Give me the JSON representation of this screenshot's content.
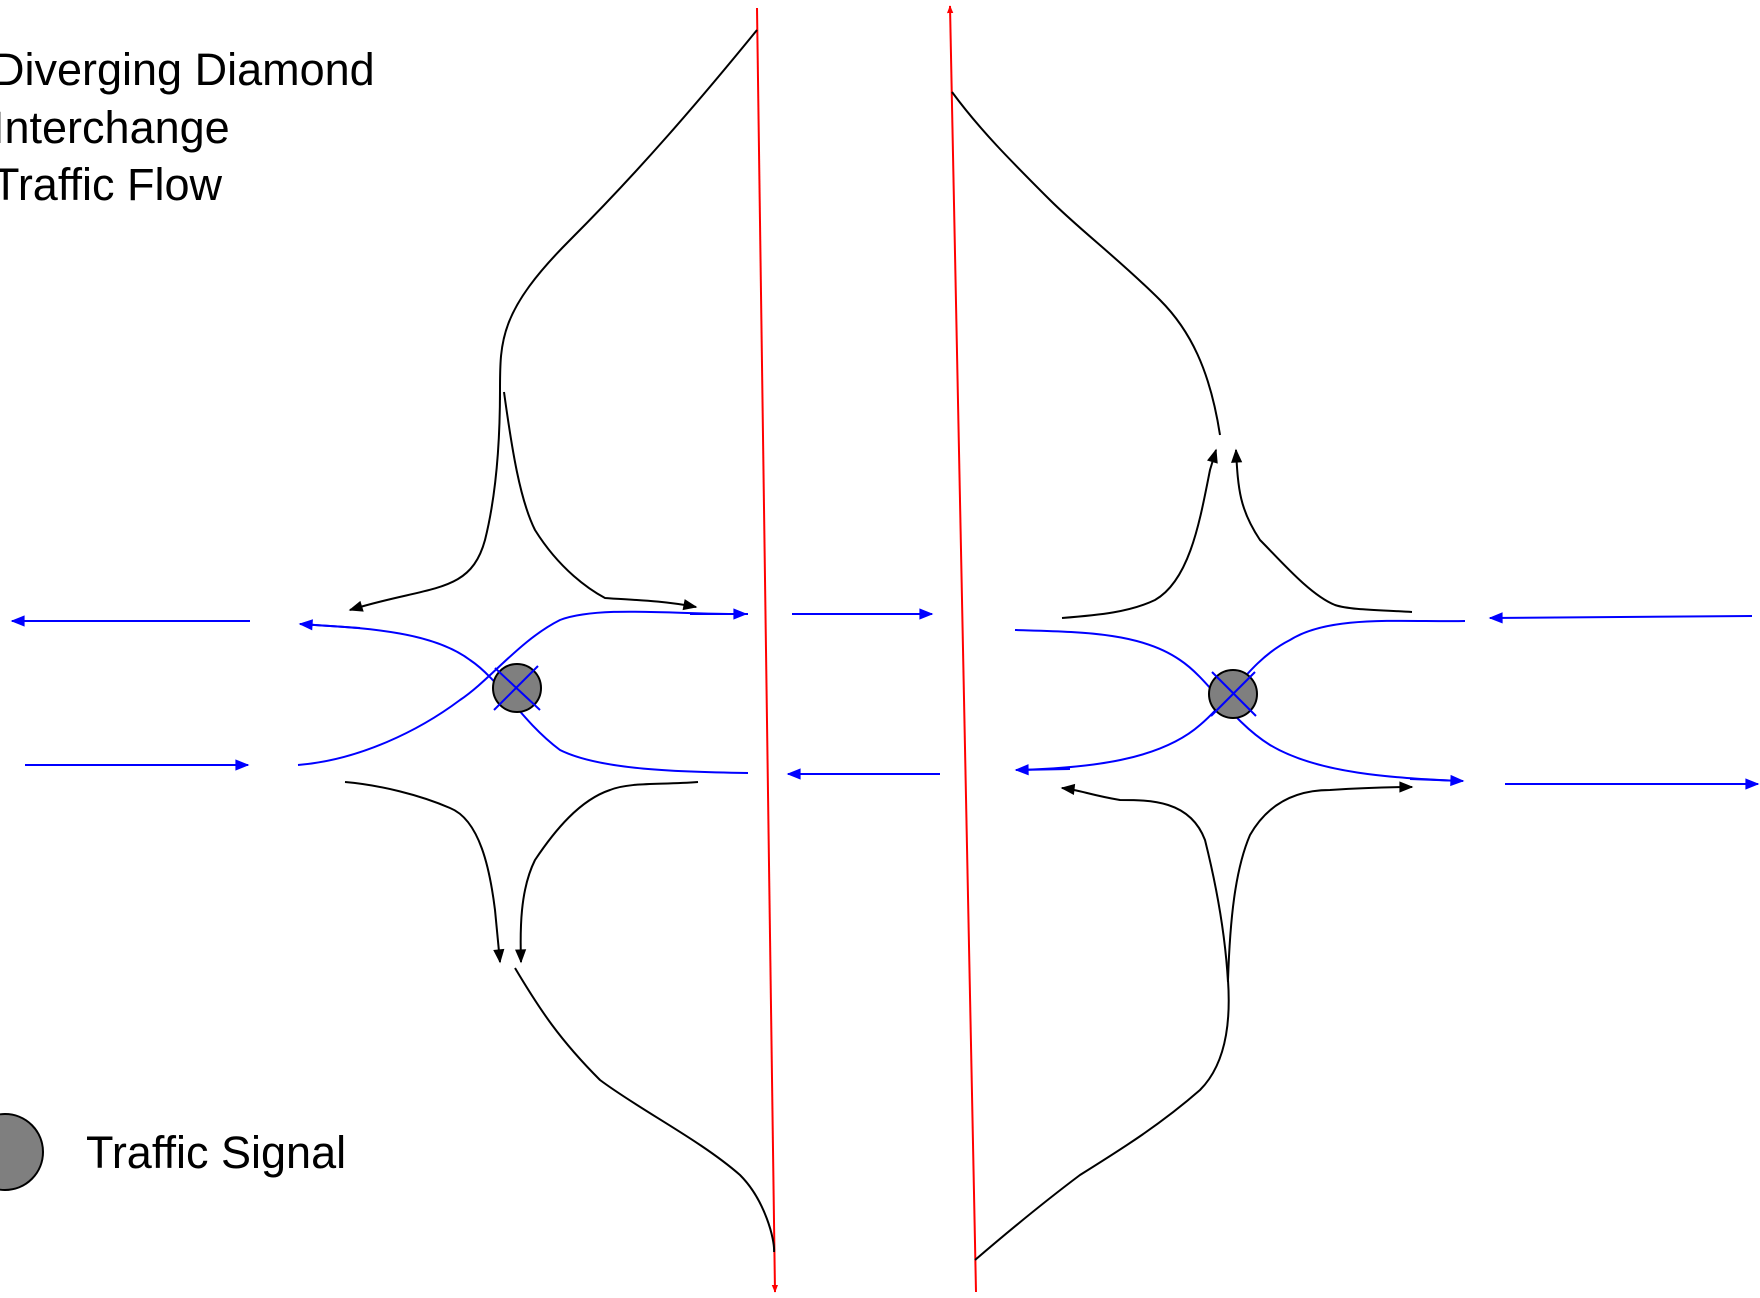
{
  "title": {
    "line1": "Diverging Diamond",
    "line2": "Interchange",
    "line3": "Traffic Flow"
  },
  "legend": {
    "signal_label": "Traffic Signal"
  },
  "colors": {
    "freeway": "#ff0000",
    "arterial": "#0000ff",
    "ramp": "#000000",
    "signal_fill": "#7f7f7f",
    "signal_stroke": "#000000",
    "background": "#ffffff"
  }
}
